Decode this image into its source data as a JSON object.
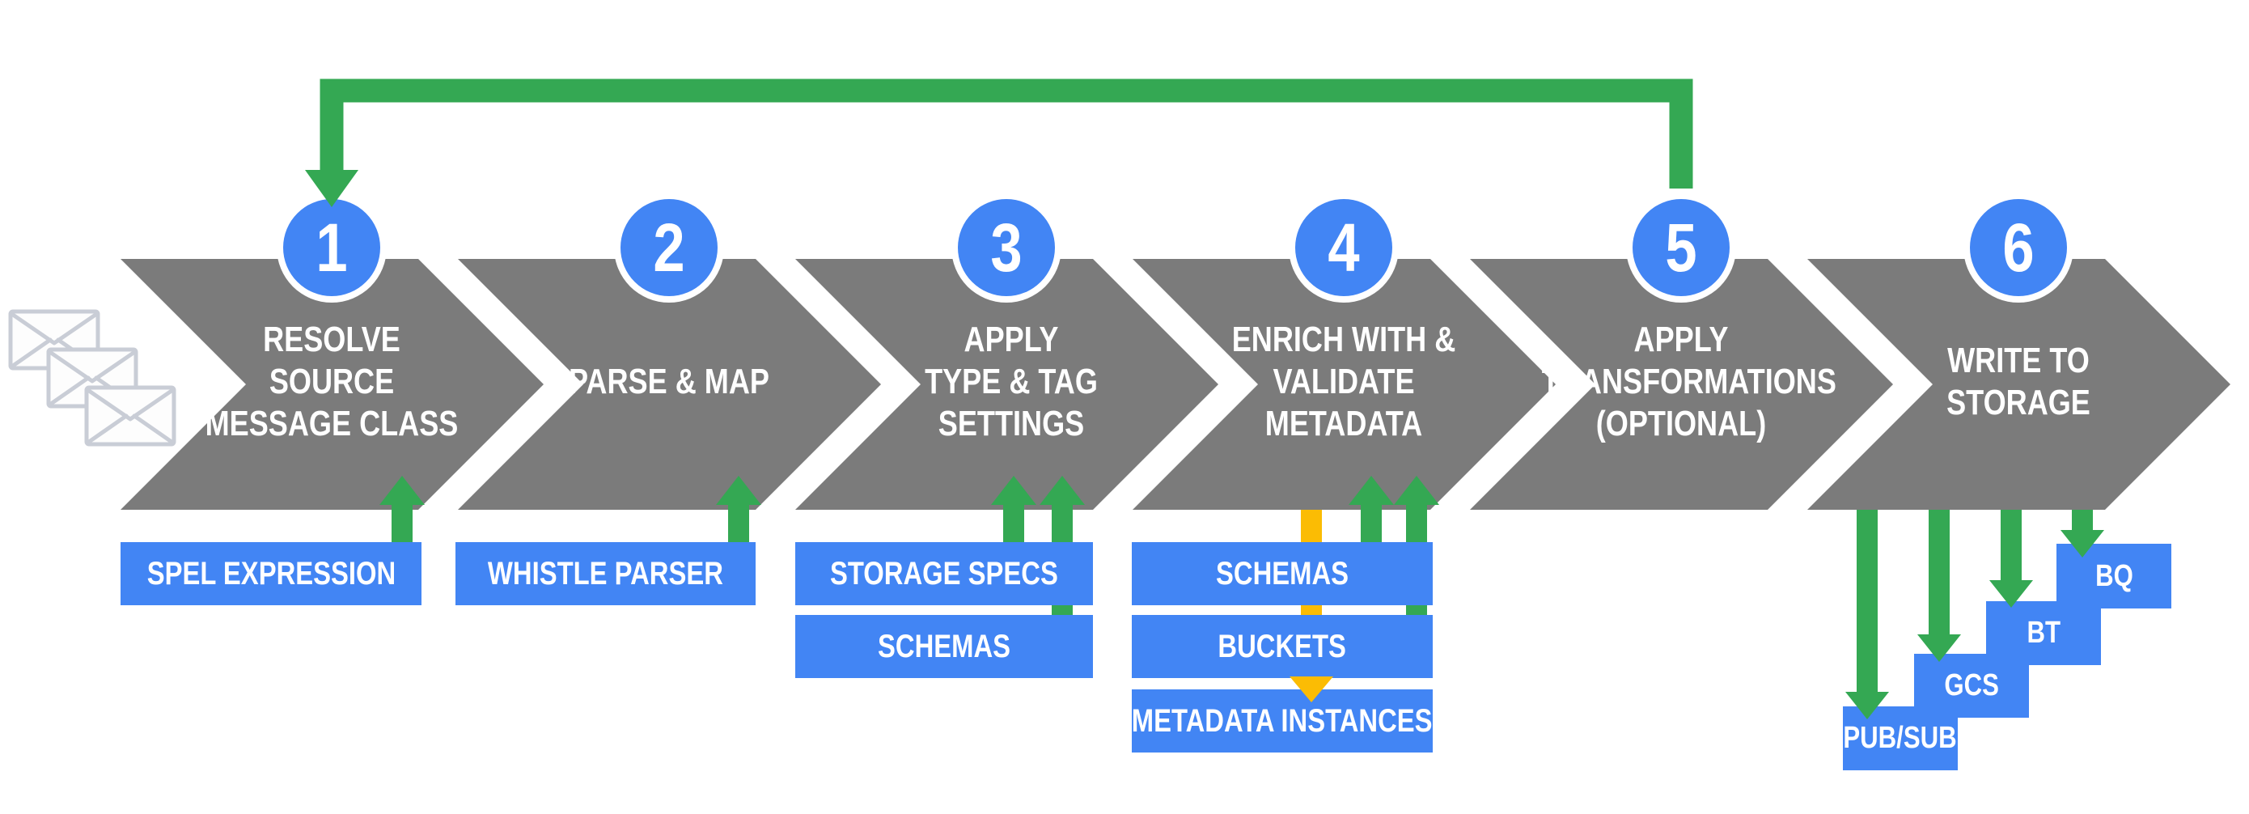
{
  "palette": {
    "chevron_grey": "#7B7B7B",
    "accent_blue": "#4285F4",
    "arrow_green": "#34A853",
    "arrow_yellow": "#FBBC04",
    "text_white": "#FFFFFF",
    "envelope_grey": "#C9CDD6"
  },
  "flow": {
    "steps": [
      {
        "number": "1",
        "lines": [
          "RESOLVE",
          "SOURCE",
          "MESSAGE CLASS"
        ]
      },
      {
        "number": "2",
        "lines": [
          "PARSE & MAP"
        ]
      },
      {
        "number": "3",
        "lines": [
          "APPLY",
          "TYPE & TAG",
          "SETTINGS"
        ]
      },
      {
        "number": "4",
        "lines": [
          "ENRICH WITH &",
          "VALIDATE",
          "METADATA"
        ]
      },
      {
        "number": "5",
        "lines": [
          "APPLY",
          "TRANSFORMATIONS",
          "(OPTIONAL)"
        ]
      },
      {
        "number": "6",
        "lines": [
          "WRITE TO",
          "STORAGE"
        ]
      }
    ],
    "loop": {
      "from_step": "5",
      "to_step": "1"
    }
  },
  "attachments": {
    "step1": [
      "SPEL EXPRESSION"
    ],
    "step2": [
      "WHISTLE PARSER"
    ],
    "step3": [
      "STORAGE SPECS",
      "SCHEMAS"
    ],
    "step4": [
      "SCHEMAS",
      "BUCKETS",
      "METADATA INSTANCES"
    ],
    "step6": [
      "PUB/SUB",
      "GCS",
      "BT",
      "BQ"
    ]
  },
  "icons": {
    "input_messages": "envelope-stack-icon"
  }
}
